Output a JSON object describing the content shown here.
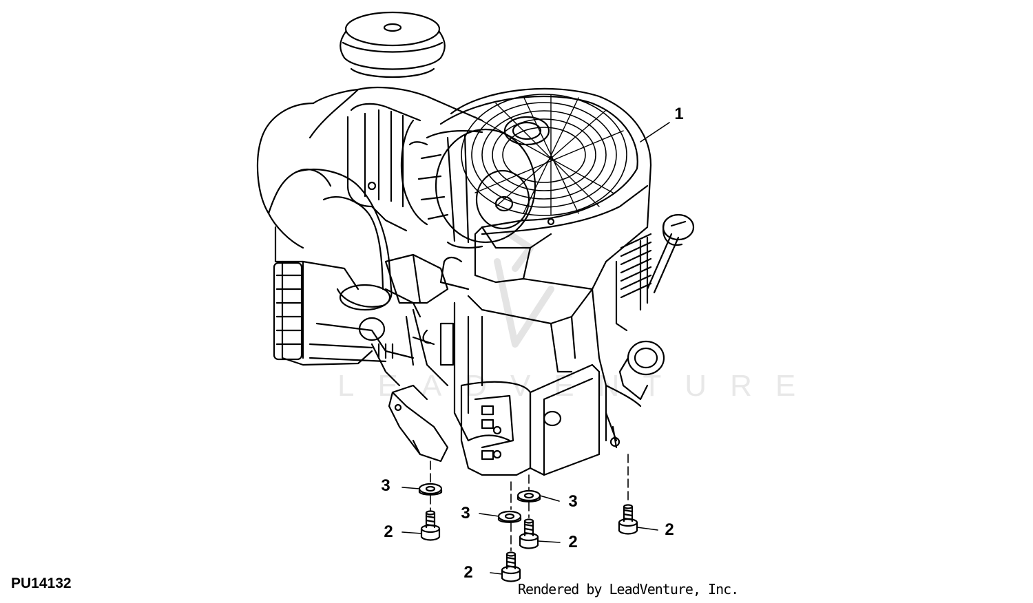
{
  "figure": {
    "id": "PU14132",
    "credit": "Rendered by LeadVenture, Inc.",
    "watermark": "LEADVENTURE"
  },
  "callouts": [
    {
      "key": "engine",
      "label": "1"
    },
    {
      "key": "bolt-a",
      "label": "2"
    },
    {
      "key": "bolt-b",
      "label": "2"
    },
    {
      "key": "bolt-c",
      "label": "2"
    },
    {
      "key": "bolt-d",
      "label": "2"
    },
    {
      "key": "washer-a",
      "label": "3"
    },
    {
      "key": "washer-b",
      "label": "3"
    },
    {
      "key": "washer-c",
      "label": "3"
    }
  ],
  "colors": {
    "line": "#000000",
    "background": "#ffffff",
    "watermark": "#e6e6e6"
  }
}
